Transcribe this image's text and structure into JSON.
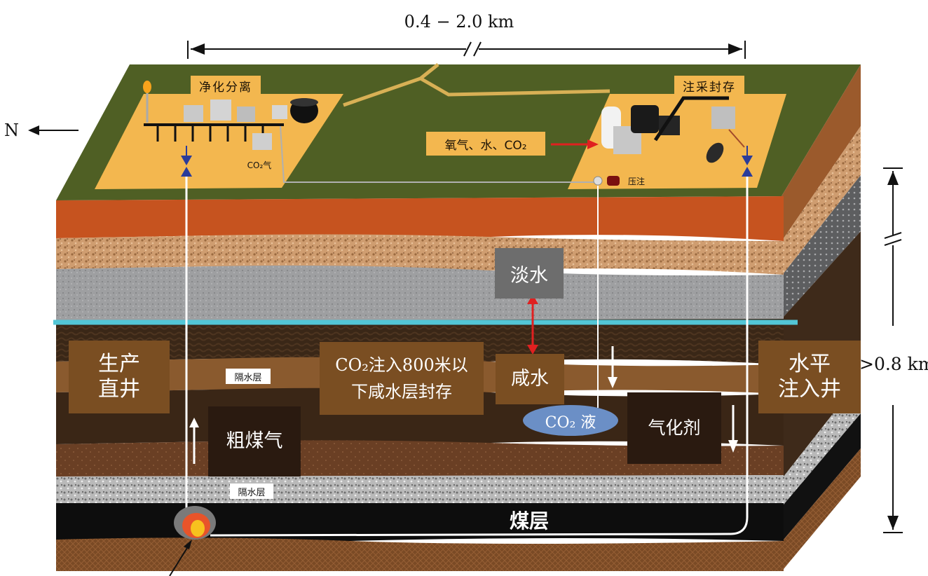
{
  "dimension_top": "0.4 − 2.0 km",
  "dimension_right": ">0.8 km",
  "north_label": "N",
  "surface": {
    "purification_label": "净化分离",
    "injection_label": "注采封存",
    "co2_gas_label": "CO₂气",
    "oxygen_label": "氧气、水、CO₂",
    "press_label": "压注"
  },
  "underground": {
    "fresh_water": "淡水",
    "salt_water": "咸水",
    "storage_line1": "CO₂注入800米以",
    "storage_line2": "下咸水层封存",
    "production_well_line1": "生产",
    "production_well_line2": "直井",
    "horizontal_well_line1": "水平",
    "horizontal_well_line2": "注入井",
    "aquitard_upper": "隔水层",
    "aquitard_lower": "隔水层",
    "raw_gas": "粗煤气",
    "co2_liquid": "CO₂ 液",
    "gasifying_agent": "气化剂",
    "coal_seam": "煤层"
  },
  "colors": {
    "surface_green": "#4f5f24",
    "pad_orange": "#f3b74f",
    "fresh_water_line": "#53c6d6",
    "arrow_red": "#e02020",
    "valve_blue": "#2a3c9a",
    "co2_ellipse": "#6b8fc6"
  }
}
